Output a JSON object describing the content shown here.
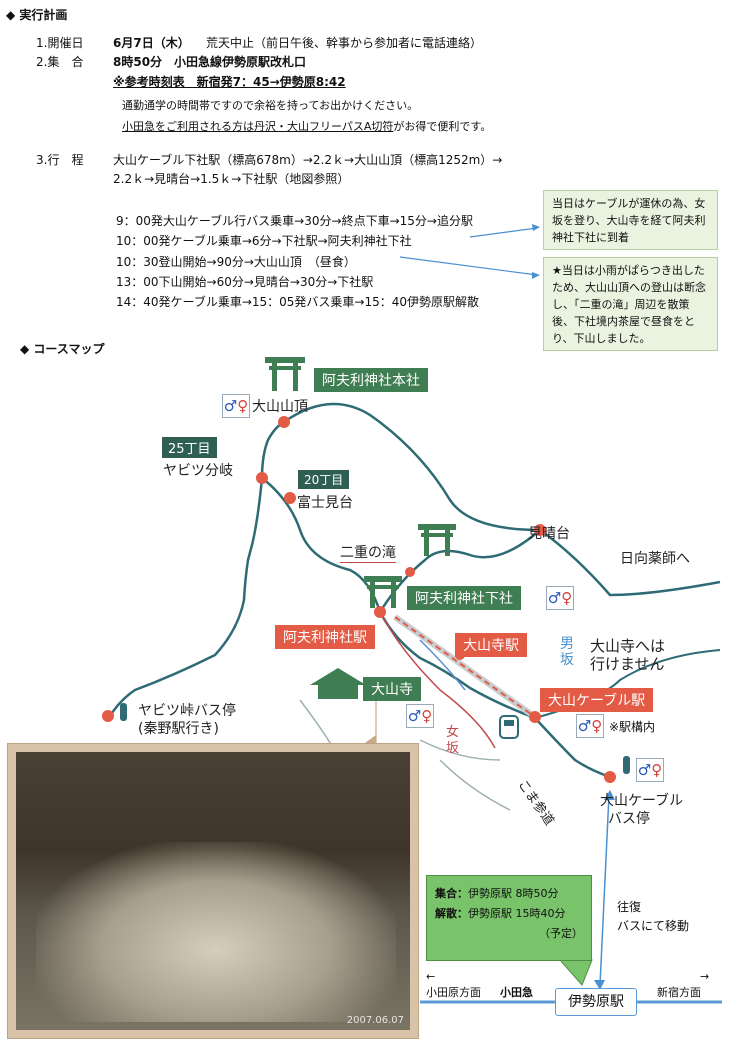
{
  "plan": {
    "heading": "◆ 実行計画",
    "date_label": "1.開催日",
    "date_value": "6月7日（木）",
    "date_note": "荒天中止（前日午後、幹事から参加者に電話連絡）",
    "meet_label": "2.集　合",
    "meet_value": "8時50分　小田急線伊勢原駅改札口",
    "timetable": "※参考時刻表　新宿発7：45→伊勢原8:42",
    "commute_note": "通勤通学の時間帯ですので余裕を持ってお出かけください。",
    "pass_note_u": "小田急をご利用される方は丹沢・大山フリーパスA切符",
    "pass_note_rest": "がお得で便利です。",
    "route_label": "3.行　程",
    "route_line1": "大山ケーブル下社駅（標高678m）→2.2ｋ→大山山頂（標高1252m）→",
    "route_line2": "2.2ｋ→見晴台→1.5ｋ→下社駅（地図参照）",
    "schedule": [
      "9：00発大山ケーブル行バス乗車→30分→終点下車→15分→追分駅",
      "10：00発ケーブル乗車→6分→下社駅→阿夫利神社下社",
      "10：30登山開始→90分→大山山頂　（昼食）",
      "13：00下山開始→60分→見晴台→30分→下社駅",
      "14：40発ケーブル乗車→15：05発バス乗車→15：40伊勢原駅解散"
    ],
    "note1": "当日はケーブルが運休の為、女坂を登り、大山寺を経て阿夫利神社下社に到着",
    "note2": "★当日は小雨がぱらつき出したため、大山山頂への登山は断念し、「二重の滝」周辺を散策後、下社境内茶屋で昼食をとり、下山しました。"
  },
  "map": {
    "heading": "◆ コースマップ",
    "shrine_top": "阿夫利神社本社",
    "summit": "大山山頂",
    "chome25": "25丁目",
    "yabitsu_fork": "ヤビツ分岐",
    "chome20": "20丁目",
    "fuji_view": "富士見台",
    "miharashi": "見晴台",
    "hinata": "日向薬師へ",
    "niju_falls": "二重の滝",
    "shimosha": "阿夫利神社下社",
    "afuri_station": "阿夫利神社駅",
    "oyamadera_station": "大山寺駅",
    "otoko_zaka": "男坂",
    "cannot_go": "大山寺へは\n行けません",
    "oyamadera": "大山寺",
    "cable_station": "大山ケーブル駅",
    "in_station": "※駅構内",
    "yabitsu_bus": "ヤビツ峠バス停",
    "yabitsu_bus2": "(秦野駅行き)",
    "onna_zaka": "女坂",
    "koma_sando": "こま参道",
    "cable_bus": "大山ケーブル",
    "cable_bus2": "バス停",
    "meet_label": "集合：",
    "meet_text": "伊勢原駅 8時50分",
    "dismiss_label": "解散：",
    "dismiss_text": "伊勢原駅 15時40分",
    "dismiss_note": "（予定）",
    "roundtrip1": "往復",
    "roundtrip2": "バスにて移動",
    "odawara": "小田原方面",
    "odakyu": "小田急",
    "isehara": "伊勢原駅",
    "shinjuku": "新宿方面",
    "arrow_left": "←",
    "arrow_right": "→",
    "photo_stamp": "2007.06.07"
  }
}
